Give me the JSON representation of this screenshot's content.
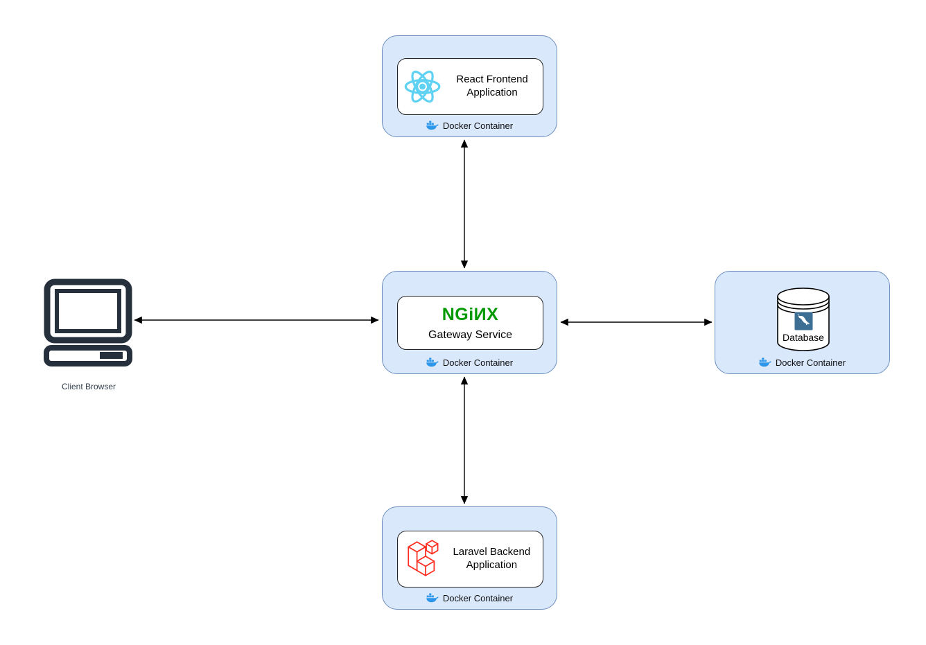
{
  "diagram": {
    "nodes": {
      "frontend": {
        "title": "React Frontend Application",
        "badge": "Docker Container",
        "icon": "react-atom-icon"
      },
      "gateway": {
        "logo_text": "NGiИX",
        "title": "Gateway Service",
        "badge": "Docker Container",
        "icon": "nginx-wordmark"
      },
      "database": {
        "title": "Database",
        "badge": "Docker Container",
        "icon": "database-cylinder-mysql-icon"
      },
      "backend": {
        "title": "Laravel Backend Application",
        "badge": "Docker Container",
        "icon": "laravel-logomark-icon"
      },
      "client": {
        "title": "Client Browser",
        "icon": "desktop-computer-icon"
      }
    },
    "edges": [
      {
        "from": "client",
        "to": "gateway",
        "direction": "bidirectional"
      },
      {
        "from": "frontend",
        "to": "gateway",
        "direction": "bidirectional"
      },
      {
        "from": "gateway",
        "to": "database",
        "direction": "bidirectional"
      },
      {
        "from": "gateway",
        "to": "backend",
        "direction": "bidirectional"
      }
    ],
    "colors": {
      "container_fill": "#dae8fc",
      "container_border": "#6c8ebf",
      "inner_box_border": "#242424",
      "react_cyan": "#5fd2f3",
      "nginx_green": "#009900",
      "laravel_red": "#ff2d20",
      "docker_blue": "#2b96ea",
      "db_icon_blue": "#3d6e93",
      "client_icon_dark": "#26303d",
      "wire_black": "#000000"
    }
  }
}
